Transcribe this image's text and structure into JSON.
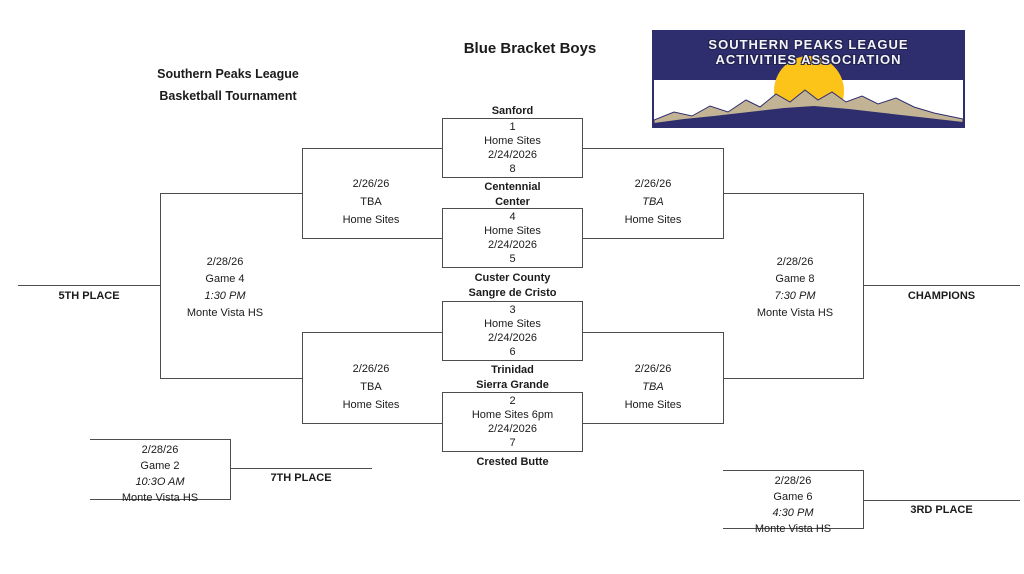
{
  "page": {
    "title": "Blue Bracket Boys",
    "subtitle_line1": "Southern Peaks League",
    "subtitle_line2": "Basketball Tournament"
  },
  "logo": {
    "line1": "SOUTHERN PEAKS LEAGUE",
    "line2": "ACTIVITIES ASSOCIATION",
    "colors": {
      "navy": "#2e2d6e",
      "sun": "#fcc318",
      "mountain_tan": "#c2b394",
      "white": "#ffffff"
    }
  },
  "games": [
    {
      "top_team": "Sanford",
      "bottom_team": "Centennial",
      "lines": [
        "1",
        "Home Sites",
        "2/24/2026",
        "8"
      ]
    },
    {
      "top_team": "Center",
      "bottom_team": "Custer County",
      "lines": [
        "4",
        "Home Sites",
        "2/24/2026",
        "5"
      ]
    },
    {
      "top_team": "Sangre de Cristo",
      "bottom_team": "Trinidad",
      "lines": [
        "3",
        "Home Sites",
        "2/24/2026",
        "6"
      ]
    },
    {
      "top_team": "Sierra Grande",
      "bottom_team": "Crested Butte",
      "lines": [
        "2",
        "Home Sites 6pm",
        "2/24/2026",
        "7"
      ]
    }
  ],
  "semis": {
    "left_top": {
      "date": "2/26/26",
      "time": "TBA",
      "site": "Home Sites"
    },
    "left_bottom": {
      "date": "2/26/26",
      "time": "TBA",
      "site": "Home Sites"
    },
    "right_top": {
      "date": "2/26/26",
      "time": "TBA",
      "site": "Home Sites"
    },
    "right_bottom": {
      "date": "2/26/26",
      "time": "TBA",
      "site": "Home Sites"
    }
  },
  "finals": {
    "fifth": {
      "label": "5TH PLACE",
      "date": "2/28/26",
      "game": "Game 4",
      "time": "1:30 PM",
      "site": "Monte Vista HS"
    },
    "champion": {
      "label": "CHAMPIONS",
      "date": "2/28/26",
      "game": "Game 8",
      "time": "7:30 PM",
      "site": "Monte Vista HS"
    },
    "seventh": {
      "label": "7TH PLACE",
      "date": "2/28/26",
      "game": "Game 2",
      "time": "10:3O AM",
      "site": "Monte Vista HS"
    },
    "third": {
      "label": "3RD PLACE",
      "date": "2/28/26",
      "game": "Game 6",
      "time": "4:30 PM",
      "site": "Monte Vista HS"
    }
  }
}
